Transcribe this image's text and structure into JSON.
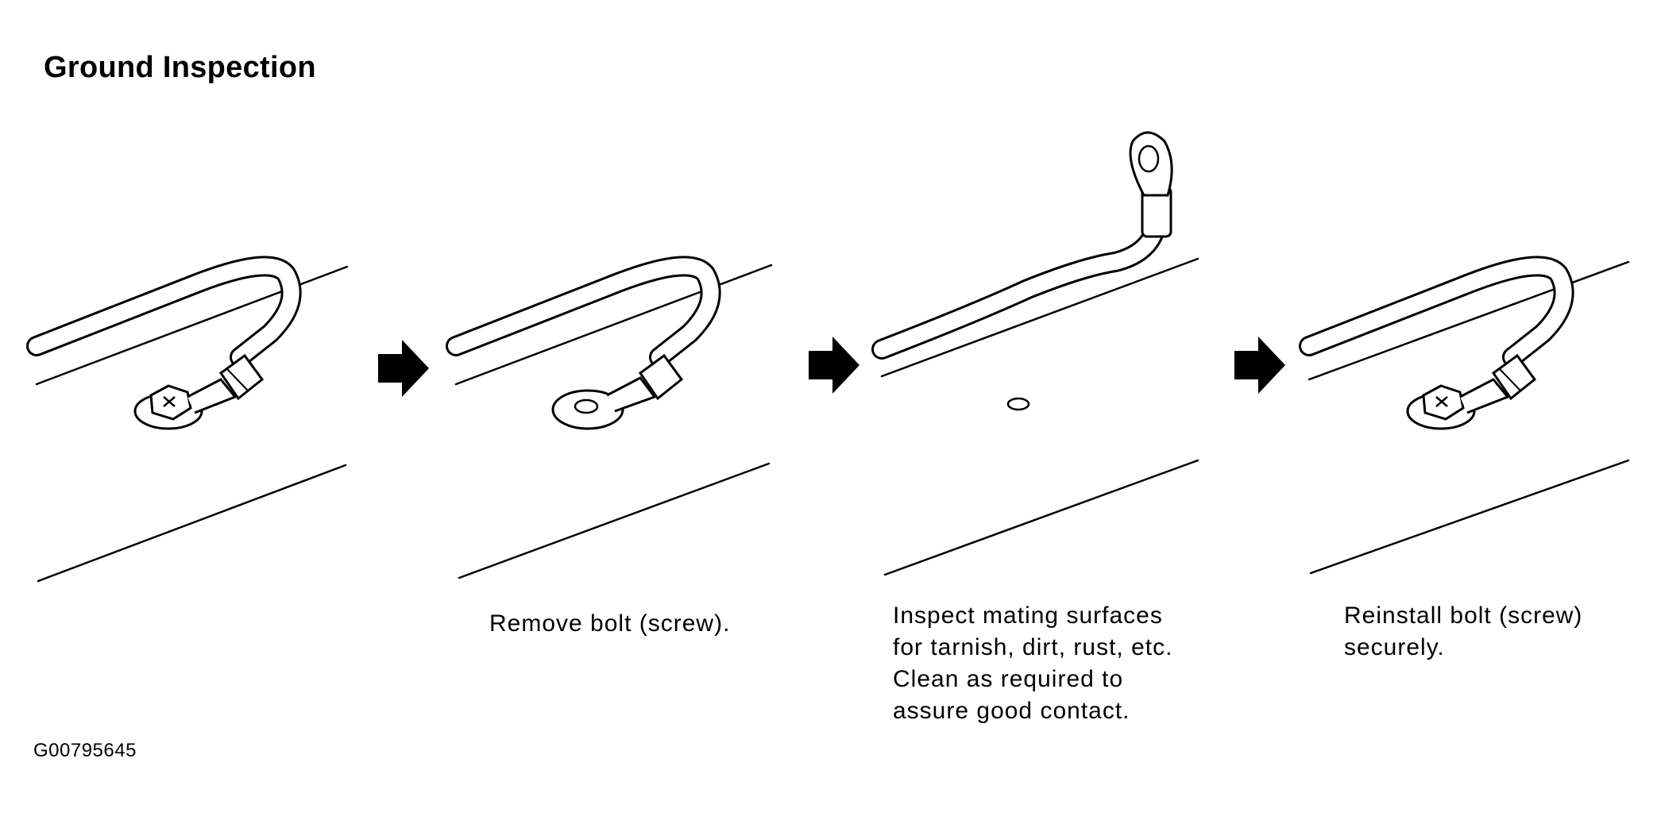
{
  "title": "Ground Inspection",
  "steps": [
    {
      "id": "step-1",
      "state": "bolted",
      "caption": ""
    },
    {
      "id": "step-2",
      "state": "bolt-removed",
      "caption": "Remove bolt (screw)."
    },
    {
      "id": "step-3",
      "state": "terminal-lifted",
      "caption": "Inspect mating surfaces\nfor tarnish, dirt, rust, etc.\nClean as required to\nassure good contact."
    },
    {
      "id": "step-4",
      "state": "bolted",
      "caption": "Reinstall bolt (screw)\nsecurely."
    }
  ],
  "figure_id": "G00795645",
  "colors": {
    "line": "#000000",
    "fill": "#ffffff"
  },
  "icons": [
    "right-arrow-icon",
    "bolt-icon",
    "ring-terminal-icon",
    "bolt-hole-icon"
  ]
}
